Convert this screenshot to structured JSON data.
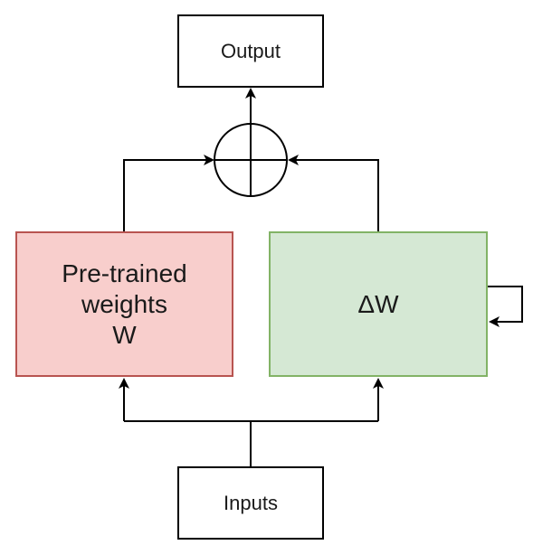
{
  "nodes": {
    "output": "Output",
    "inputs": "Inputs",
    "pretrained": {
      "line1": "Pre-trained",
      "line2": "weights",
      "line3": "W"
    },
    "delta": "ΔW"
  },
  "colors": {
    "pretrained_fill": "#f8cecc",
    "pretrained_border": "#b85450",
    "delta_fill": "#d5e8d4",
    "delta_border": "#82b366",
    "line": "#000000"
  },
  "icons": {
    "sum": "circle-plus-icon"
  }
}
